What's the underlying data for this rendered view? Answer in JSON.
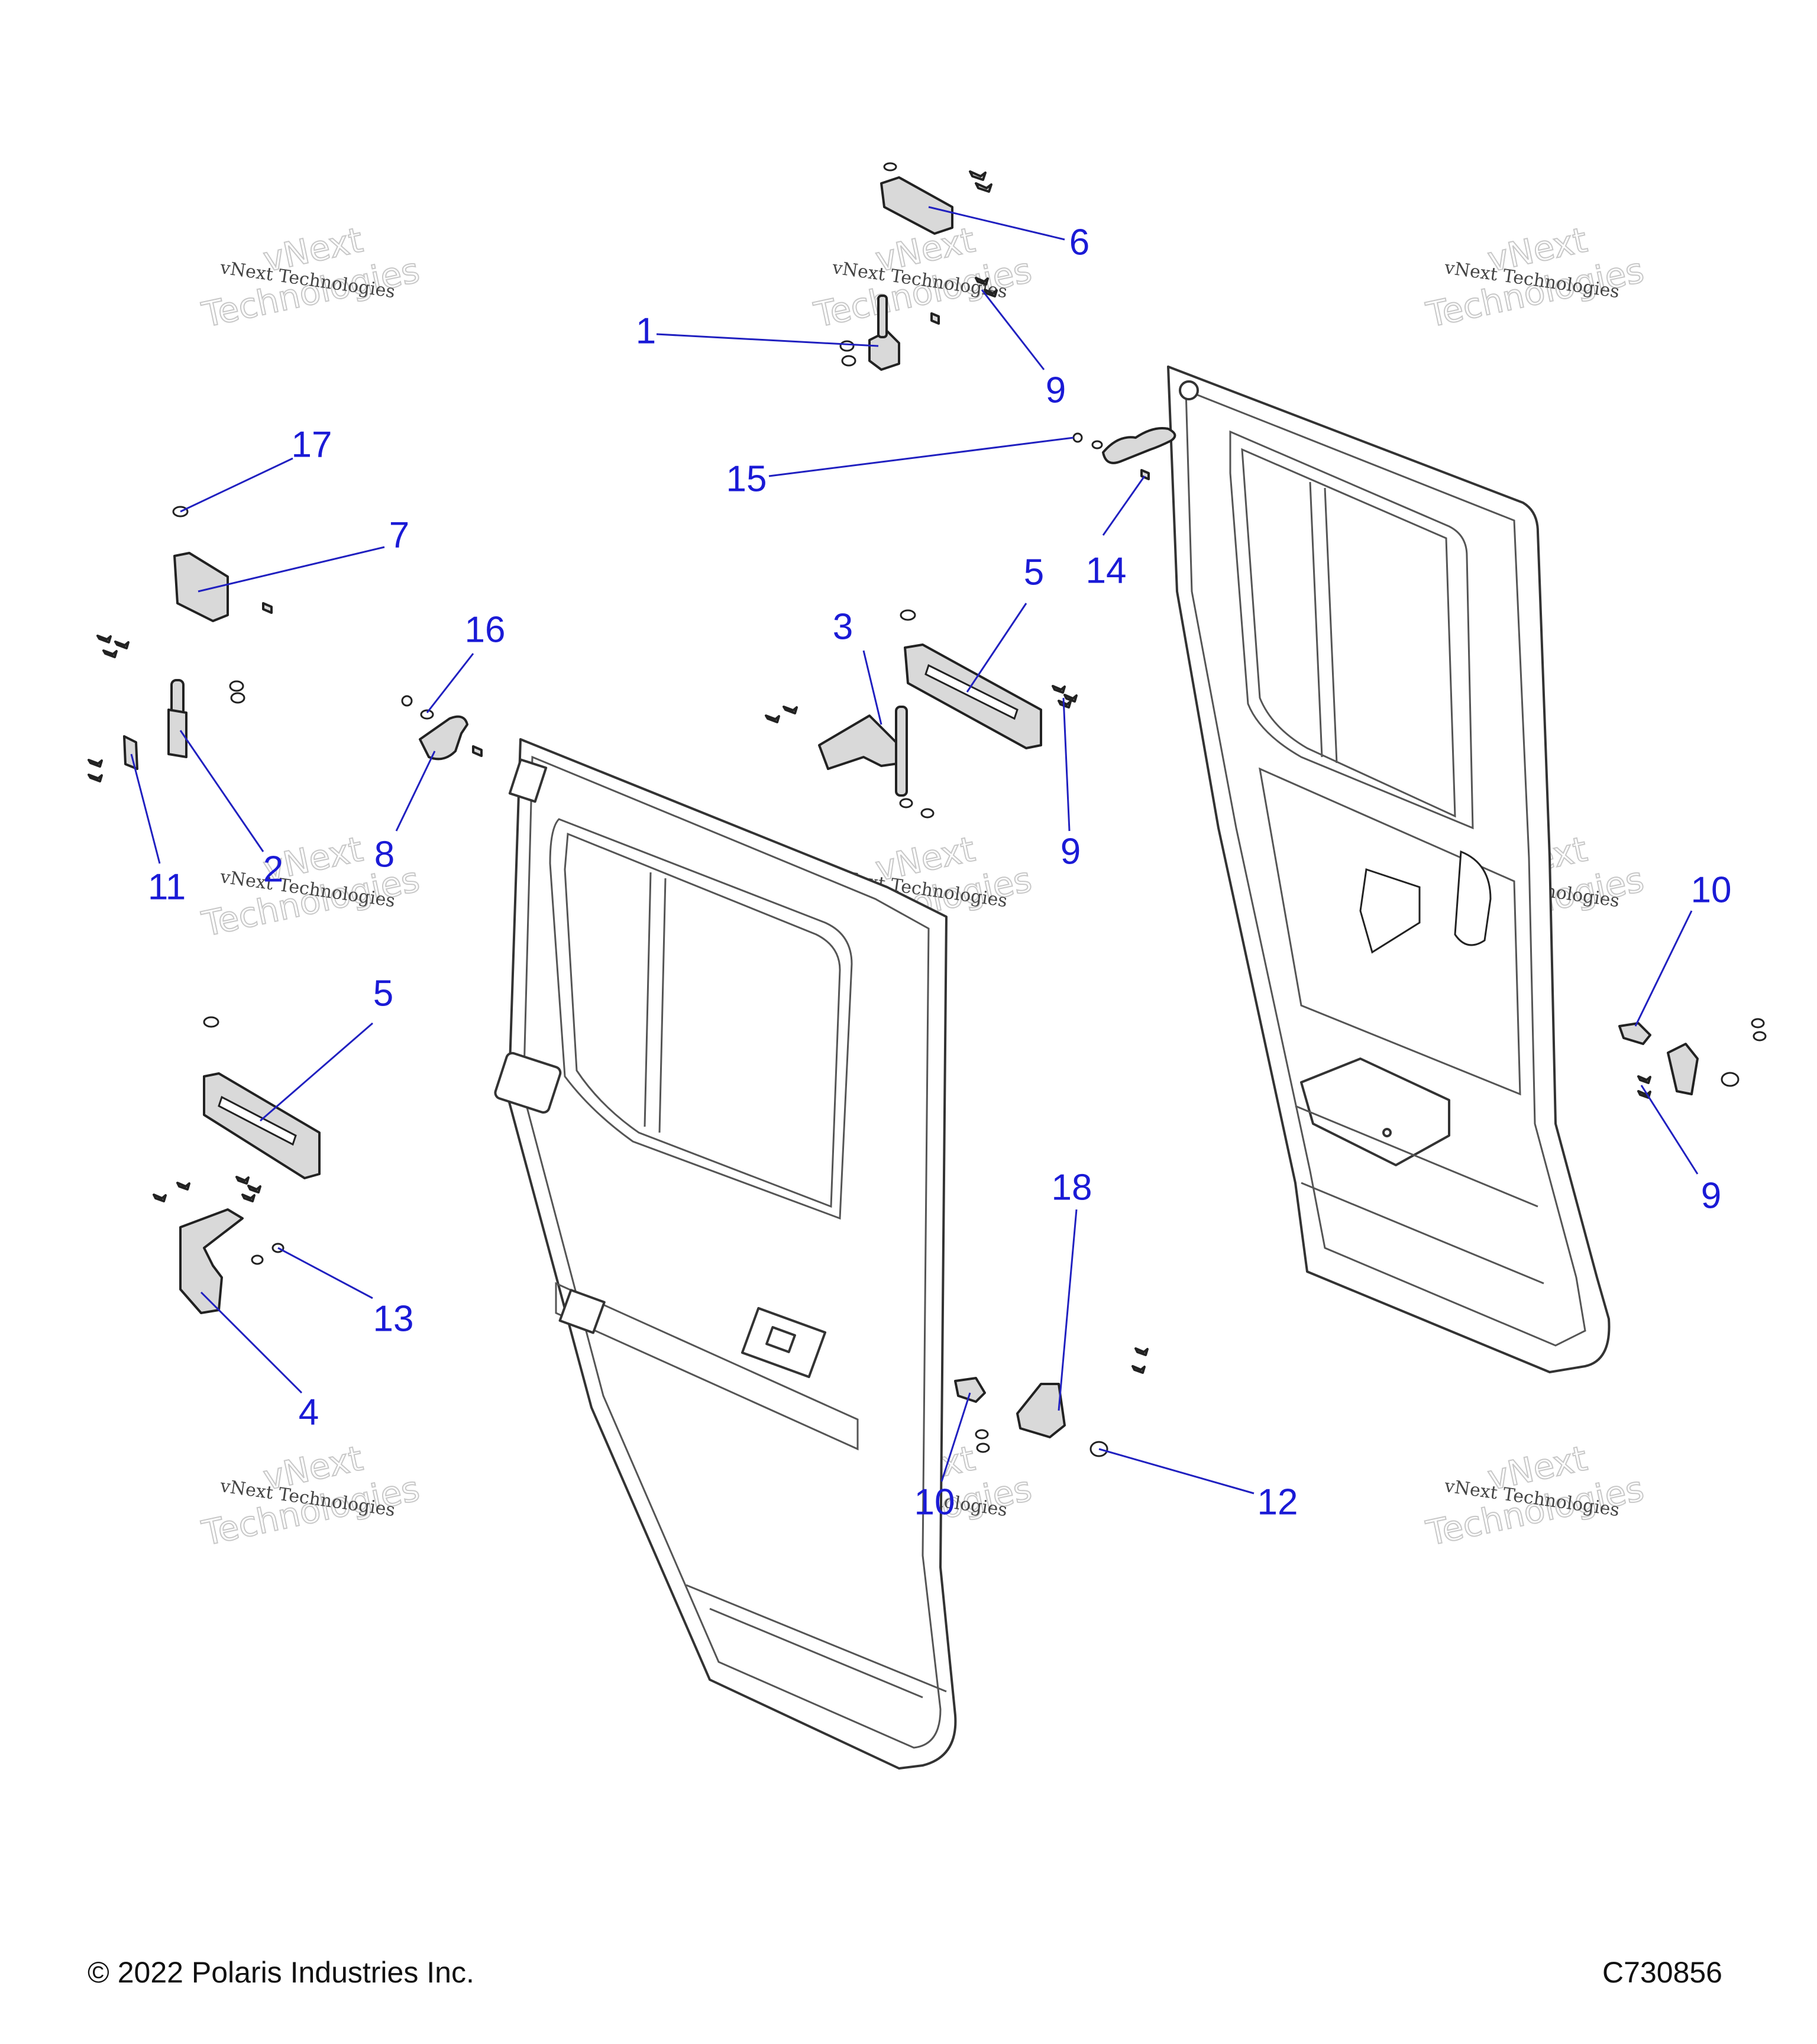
{
  "callouts": {
    "c1": "1",
    "c2": "2",
    "c3": "3",
    "c4": "4",
    "c5a": "5",
    "c5b": "5",
    "c6": "6",
    "c7": "7",
    "c8": "8",
    "c9a": "9",
    "c9b": "9",
    "c9c": "9",
    "c10a": "10",
    "c10b": "10",
    "c11": "11",
    "c12": "12",
    "c13": "13",
    "c14": "14",
    "c15": "15",
    "c16": "16",
    "c17": "17",
    "c18": "18"
  },
  "watermark": {
    "small": "vNext Technologies",
    "big_top": "vNext",
    "big_bottom": "Technologies"
  },
  "footer": {
    "copyright": "© 2022 Polaris Industries Inc.",
    "code": "C730856"
  },
  "colors": {
    "callout": "#1a1ad6",
    "leader": "#2020c0",
    "part_fill": "#d9d9d9"
  }
}
